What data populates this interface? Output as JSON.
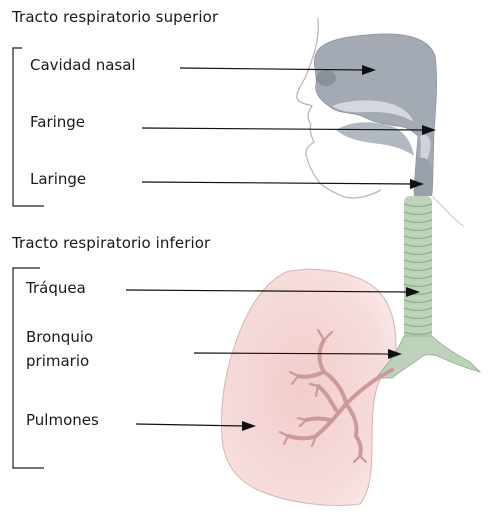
{
  "diagram": {
    "upper_section_title": "Tracto respiratorio superior",
    "lower_section_title": "Tracto respiratorio inferior",
    "labels": {
      "nasal_cavity": "Cavidad nasal",
      "pharynx": "Faringe",
      "larynx": "Laringe",
      "trachea": "Tráquea",
      "primary_bronchus_line1": "Bronquio",
      "primary_bronchus_line2": "primario",
      "lungs": "Pulmones"
    }
  }
}
